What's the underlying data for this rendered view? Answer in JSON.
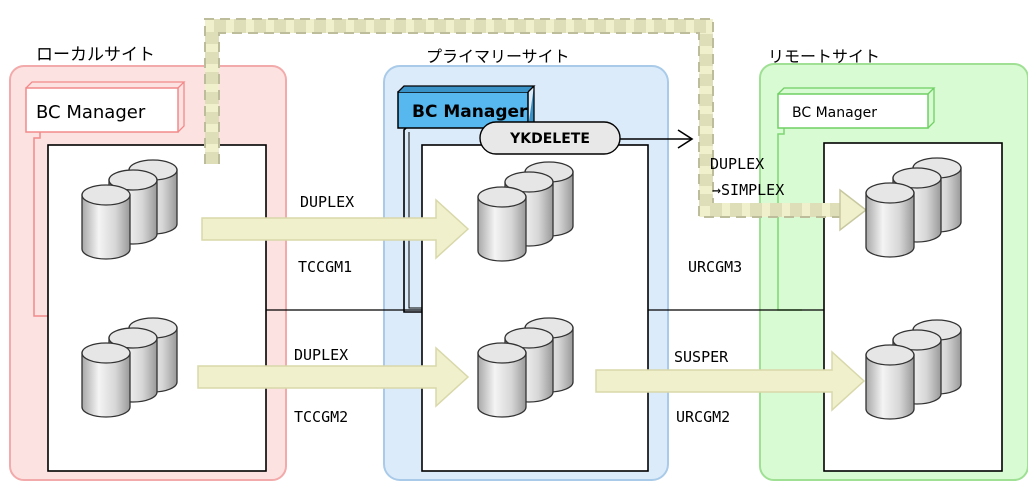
{
  "sites": {
    "local": {
      "label": "ローカルサイト",
      "manager_label": "BC Manager"
    },
    "primary": {
      "label": "プライマリーサイト",
      "manager_label": "BC Manager"
    },
    "remote": {
      "label": "リモートサイト",
      "manager_label": "BC Manager"
    }
  },
  "command": {
    "label": "YKDELETE"
  },
  "pairs": {
    "tc1": {
      "status": "DUPLEX",
      "group": "TCCGM1"
    },
    "tc2": {
      "status": "DUPLEX",
      "group": "TCCGM2"
    },
    "ur3": {
      "status_line1": "DUPLEX",
      "status_line2": "→SIMPLEX",
      "group": "URCGM3"
    },
    "ur2": {
      "status": "SUSPER",
      "group": "URCGM2"
    }
  },
  "colors": {
    "local_fill": "#fde2e2",
    "local_border": "#f2aaaa",
    "primary_fill": "#dcebf9",
    "primary_border": "#a9cbe9",
    "remote_fill": "#d8fbd3",
    "remote_border": "#9fe094",
    "arrow_fill": "#f0f0cc",
    "arrow_stroke": "#d8d8aa",
    "dashed_path": "#c8c8a0"
  }
}
